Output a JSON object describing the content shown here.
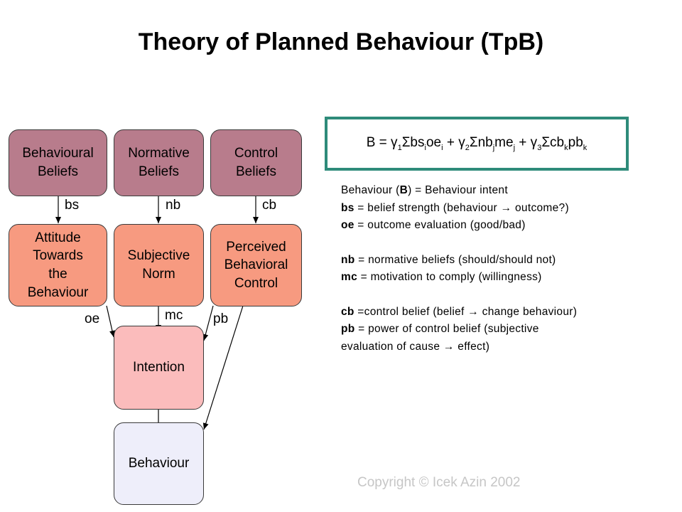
{
  "title": "Theory of Planned Behaviour (TpB)",
  "boxes": {
    "behavioural_beliefs": "Behavioural Beliefs",
    "normative_beliefs": "Normative Beliefs",
    "control_beliefs": "Control Beliefs",
    "attitude": "Attitude Towards the Behaviour",
    "subjective_norm": "Subjective Norm",
    "pbc": "Perceived Behavioral Control",
    "intention": "Intention",
    "behaviour": "Behaviour"
  },
  "edge_labels": {
    "bs": "bs",
    "nb": "nb",
    "cb": "cb",
    "oe": "oe",
    "mc": "mc",
    "pb": "pb"
  },
  "formula": {
    "lhs": "B = γ",
    "t1_sub1": "1",
    "t1_body": "Σbs",
    "t1_sub2": "i",
    "t1_body2": "oe",
    "t1_sub3": "i",
    "plus1": " + γ",
    "t2_sub1": "2",
    "t2_body": "Σnb",
    "t2_sub2": "j",
    "t2_body2": "me",
    "t2_sub3": "j",
    "plus2": " + γ",
    "t3_sub1": "3",
    "t3_body": "Σcb",
    "t3_sub2": "k",
    "t3_body2": "pb",
    "t3_sub3": "k"
  },
  "definitions": {
    "behaviour_prefix": "Behaviour (",
    "behaviour_key": "B",
    "behaviour_suffix": ") = Behaviour intent",
    "bs_key": "bs",
    "bs_text": " = belief strength (behaviour → outcome?)",
    "oe_key": "oe",
    "oe_text": " = outcome evaluation (good/bad)",
    "nb_key": "nb",
    "nb_text": " = normative beliefs (should/should not)",
    "mc_key": "mc",
    "mc_text": " = motivation to comply (willingness)",
    "cb_key": "cb",
    "cb_text": " =control belief (belief → change behaviour)",
    "pb_key": "pb",
    "pb_text": " = power of control belief (subjective",
    "pb_text2": "evaluation of cause → effect)"
  },
  "copyright": "Copyright © Icek Azin 2002",
  "colors": {
    "beliefs": "#b87c8c",
    "middle": "#f79a80",
    "intention": "#fbbcbc",
    "behaviour": "#eeeefa",
    "formula_border": "#2e8b7a"
  }
}
